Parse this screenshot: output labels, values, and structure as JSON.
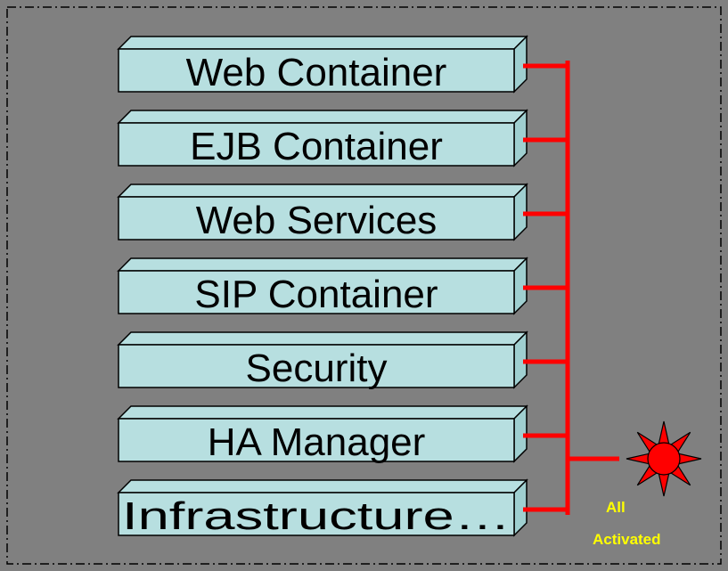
{
  "components": [
    {
      "id": "web-container",
      "label": "Web Container"
    },
    {
      "id": "ejb-container",
      "label": "EJB Container"
    },
    {
      "id": "web-services",
      "label": "Web Services"
    },
    {
      "id": "sip-container",
      "label": "SIP Container"
    },
    {
      "id": "security",
      "label": "Security"
    },
    {
      "id": "ha-manager",
      "label": "HA Manager"
    },
    {
      "id": "infrastructure",
      "label": "Infrastructure…"
    }
  ],
  "status": {
    "line1": "All",
    "line2": "Activated",
    "icon": "starburst-icon"
  },
  "colors": {
    "background": "#808080",
    "box_face": "#b7dfe0",
    "box_side": "#9fcfd0",
    "connector": "#ff0000",
    "status_text": "#ffff00",
    "star": "#ff0000"
  }
}
